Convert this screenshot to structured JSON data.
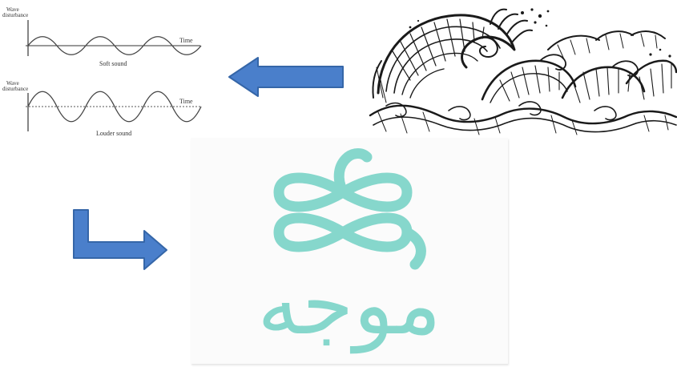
{
  "wave_figure": {
    "top_graph": {
      "y_axis_label_line1": "Wave",
      "y_axis_label_line2": "disturbance",
      "x_axis_label": "Time",
      "caption": "Soft sound"
    },
    "bottom_graph": {
      "y_axis_label_line1": "Wave",
      "y_axis_label_line2": "disturbance",
      "x_axis_label": "Time",
      "caption": "Louder sound"
    }
  },
  "logo": {
    "word": "موجه",
    "color": "#86d7cc"
  },
  "colors": {
    "arrow_fill": "#4a7fcb",
    "arrow_stroke": "#3566a8",
    "ink": "#1a1a1a"
  },
  "icons": {
    "ocean": "ocean-wave-illustration",
    "left_arrow": "left-arrow-icon",
    "elbow_arrow": "elbow-right-arrow-icon"
  }
}
